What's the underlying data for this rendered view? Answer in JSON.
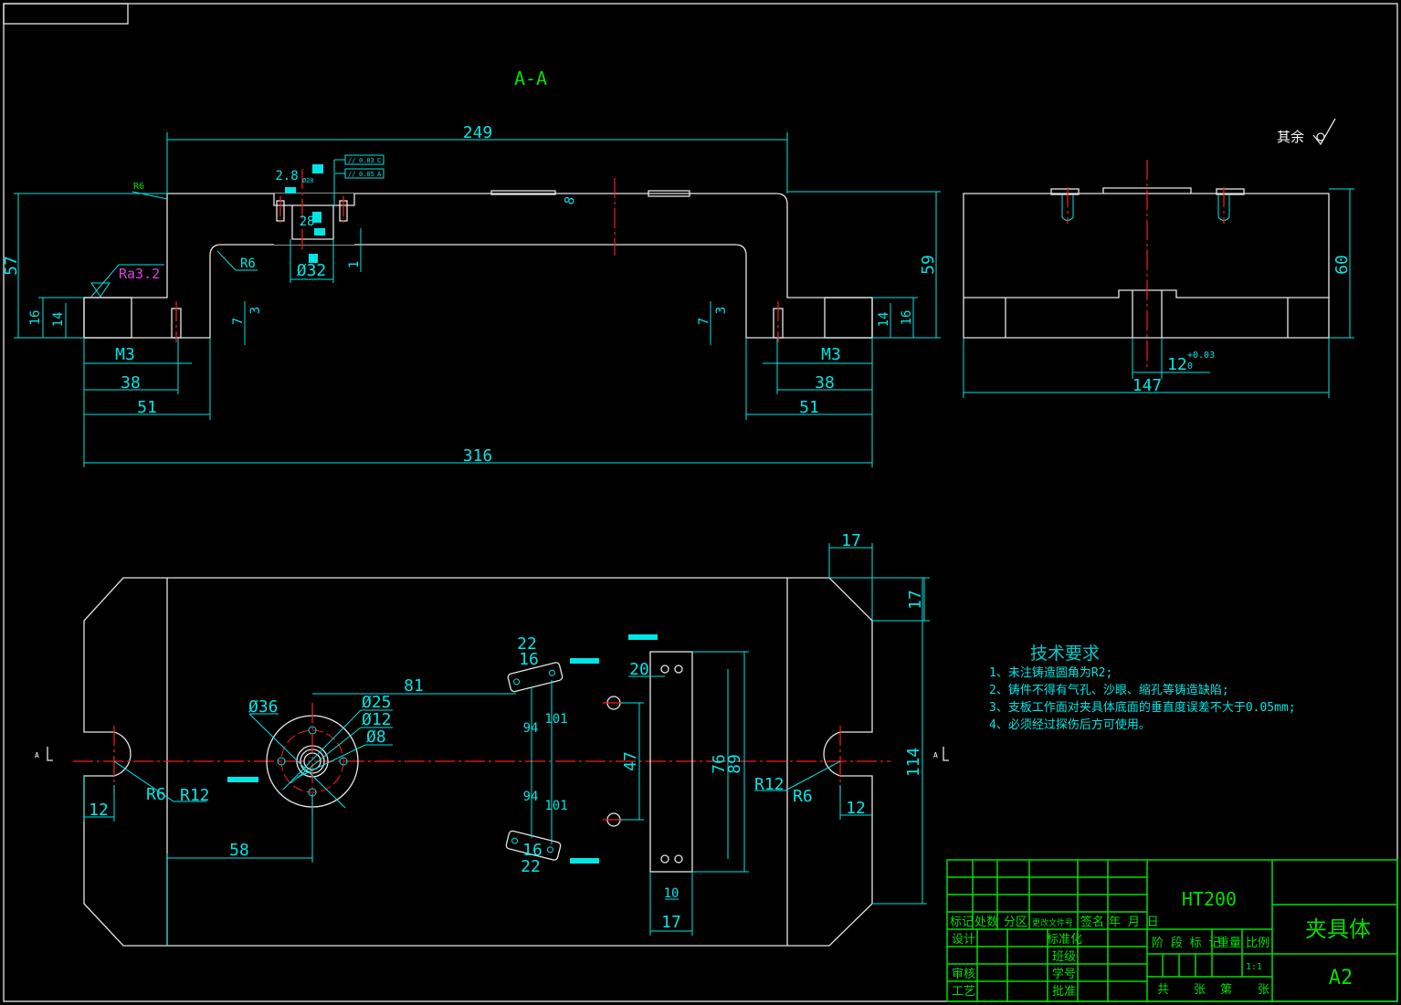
{
  "section_label": "A-A",
  "surface_note": "其余",
  "colors": {
    "background": "#000000",
    "outline": "#e6e6e6",
    "dimension": "#00e6e6",
    "centerline": "#ff1a1a",
    "title_block": "#00e000"
  },
  "section_view": {
    "dims": {
      "overall_top": "249",
      "overall_bottom": "316",
      "left_51": "51",
      "right_51": "51",
      "left_38": "38",
      "right_38": "38",
      "left_m3": "M3",
      "right_m3": "M3",
      "height_left": "57",
      "height_right": "59",
      "left_16": "16",
      "left_14": "14",
      "right_16": "16",
      "right_14": "14",
      "left_7": "7",
      "left_3": "3",
      "right_7": "7",
      "right_3": "3",
      "r6_top": "R6",
      "r6_inner": "R6",
      "roughness": "Ra3.2",
      "d32": "Ø32",
      "d2_8": "2.8",
      "d28": "28",
      "d1": "1",
      "d8": "8",
      "d20": "Ø20"
    },
    "tolerance_frames": [
      {
        "symbol": "//",
        "value": "0.03",
        "datum": "C"
      },
      {
        "symbol": "//",
        "value": "0.05",
        "datum": "A"
      }
    ]
  },
  "side_view": {
    "dims": {
      "height": "60",
      "width": "147",
      "slot": "12",
      "slot_tol_upper": "+0.03",
      "slot_tol_lower": "0"
    }
  },
  "plan_view": {
    "dims": {
      "d17_top": "17",
      "d17_side": "17",
      "d114": "114",
      "d12_left": "12",
      "d12_right": "12",
      "r6_left": "R6",
      "r12_left": "R12",
      "r6_right": "R6",
      "r12_right": "R12",
      "d58": "58",
      "d81": "81",
      "d36": "Ø36",
      "d25": "Ø25",
      "d12": "Ø12",
      "d8": "Ø8",
      "d22_top": "22",
      "d16_top": "16",
      "d22_bottom": "22",
      "d16_bottom": "16",
      "d94_top": "94",
      "d101_top": "101",
      "d94_bottom": "94",
      "d101_bottom": "101",
      "d20": "20",
      "d47": "47",
      "d76": "76",
      "d89": "89",
      "d10": "10",
      "d17_bottom": "17",
      "section_mark_left": "A",
      "section_mark_right": "A"
    }
  },
  "tech_requirements": {
    "title": "技术要求",
    "items": [
      "1、未注铸造圆角为R2;",
      "2、铸件不得有气孔、沙眼、缩孔等铸造缺陷;",
      "3、支板工作面对夹具体底面的垂直度误差不大于0.05mm;",
      "4、必须经过探伤后方可使用。"
    ]
  },
  "title_block": {
    "material": "HT200",
    "part_name": "夹具体",
    "sheet_size": "A2",
    "scale": "1:1",
    "rev_headers": [
      "标记",
      "处数",
      "分区",
      "更改文件号",
      "签名",
      "年 月 日"
    ],
    "roles": [
      "设计",
      "审核",
      "工艺"
    ],
    "roles2": [
      "标准化",
      "班级",
      "学号",
      "批准"
    ],
    "stage_label": "阶 段 标 记",
    "weight_label": "重量",
    "scale_label": "比例",
    "sheet_total": "共",
    "sheet_unit1": "张",
    "sheet_no": "第",
    "sheet_unit2": "张"
  }
}
